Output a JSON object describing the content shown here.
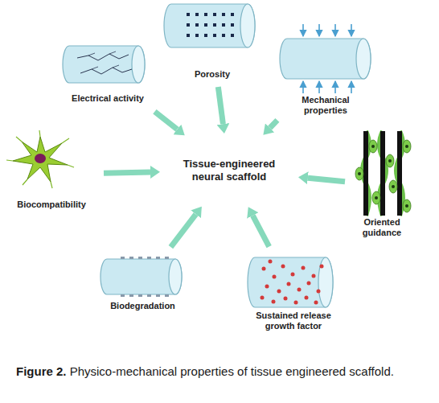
{
  "diagram": {
    "caption": "Figure 2. Physico-mechanical properties of tissue engineered scaffold.",
    "nodes": [
      {
        "text": [
          "Porosity"
        ]
      },
      {
        "text": [
          "Electrical activity"
        ]
      },
      {
        "text": [
          "Mechanical properties"
        ]
      },
      {
        "text": [
          "Biocompatibility"
        ]
      },
      {
        "text": [
          "Tissue-engineered neural scaffold"
        ]
      },
      {
        "text": [
          "Oriented guidance"
        ]
      },
      {
        "text": [
          "Biodegradation"
        ]
      },
      {
        "text": [
          "Sustained release growth factor"
        ]
      }
    ],
    "edges": [
      {
        "from": 0,
        "to": 4,
        "arrow": "to"
      },
      {
        "from": 1,
        "to": 4,
        "arrow": "to"
      },
      {
        "from": 2,
        "to": 4,
        "arrow": "to"
      },
      {
        "from": 3,
        "to": 4,
        "arrow": "to"
      },
      {
        "from": 5,
        "to": 4,
        "arrow": "to"
      },
      {
        "from": 6,
        "to": 4,
        "arrow": "to"
      },
      {
        "from": 7,
        "to": 4,
        "arrow": "to"
      }
    ]
  }
}
